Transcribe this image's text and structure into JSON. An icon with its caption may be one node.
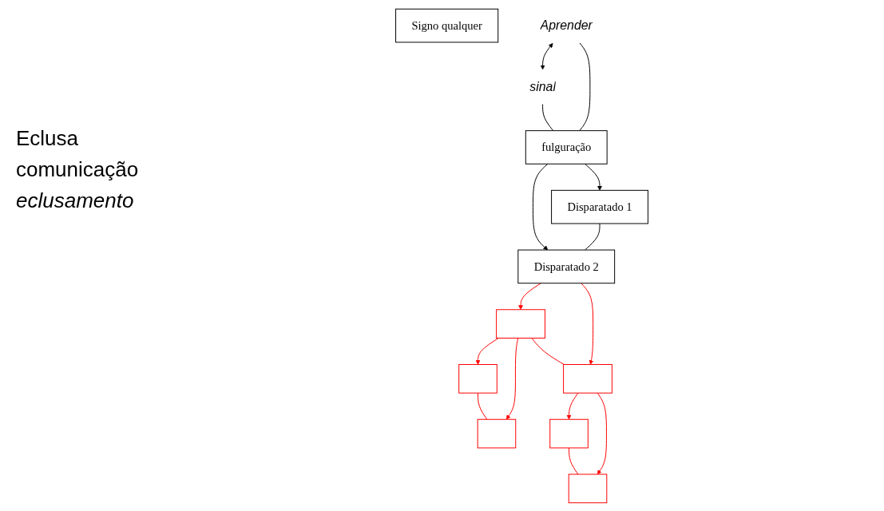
{
  "diagram": {
    "nodes": [
      {
        "text": [
          "fulguração"
        ]
      },
      {
        "text": [
          "Disparatado 2"
        ]
      },
      {
        "text": [
          "Disparatado 1"
        ]
      },
      {
        "text": [
          "Signo qualquer"
        ]
      },
      {
        "text": [
          "Aprender"
        ]
      },
      {
        "text": [
          "sinal"
        ]
      },
      {
        "text": [],
        "shape": "box"
      },
      {
        "text": [],
        "shape": "box"
      },
      {
        "text": [],
        "shape": "box"
      },
      {
        "text": [],
        "shape": "box"
      },
      {
        "text": [],
        "shape": "box"
      },
      {
        "text": [],
        "shape": "box"
      }
    ],
    "edges": [
      {
        "from": 4,
        "to": 5,
        "arrow": "both",
        "color": "#000000"
      },
      {
        "from": 4,
        "to": 0,
        "arrow": "none",
        "color": "#000000"
      },
      {
        "from": 5,
        "to": 0,
        "arrow": "none",
        "color": "#000000"
      },
      {
        "from": 0,
        "to": 1,
        "arrow": "to",
        "color": "#000000"
      },
      {
        "from": 0,
        "to": 2,
        "arrow": "to",
        "color": "#000000"
      },
      {
        "from": 2,
        "to": 1,
        "arrow": "none",
        "color": "#000000"
      },
      {
        "from": 1,
        "to": 6,
        "arrow": "to",
        "color": "#ff0000"
      },
      {
        "from": 1,
        "to": 7,
        "arrow": "to",
        "color": "#ff0000"
      },
      {
        "from": 6,
        "to": 8,
        "arrow": "to",
        "color": "#ff0000"
      },
      {
        "from": 6,
        "to": 9,
        "arrow": "to",
        "color": "#ff0000"
      },
      {
        "from": 6,
        "to": 7,
        "arrow": "none",
        "color": "#ff0000"
      },
      {
        "from": 8,
        "to": 9,
        "arrow": "none",
        "color": "#ff0000"
      },
      {
        "from": 7,
        "to": 10,
        "arrow": "to",
        "color": "#ff0000"
      },
      {
        "from": 7,
        "to": 11,
        "arrow": "to",
        "color": "#ff0000"
      },
      {
        "from": 10,
        "to": 11,
        "arrow": "none",
        "color": "#ff0000"
      }
    ],
    "labels": [
      "Eclusa",
      "comunicação",
      "eclusamento"
    ]
  }
}
